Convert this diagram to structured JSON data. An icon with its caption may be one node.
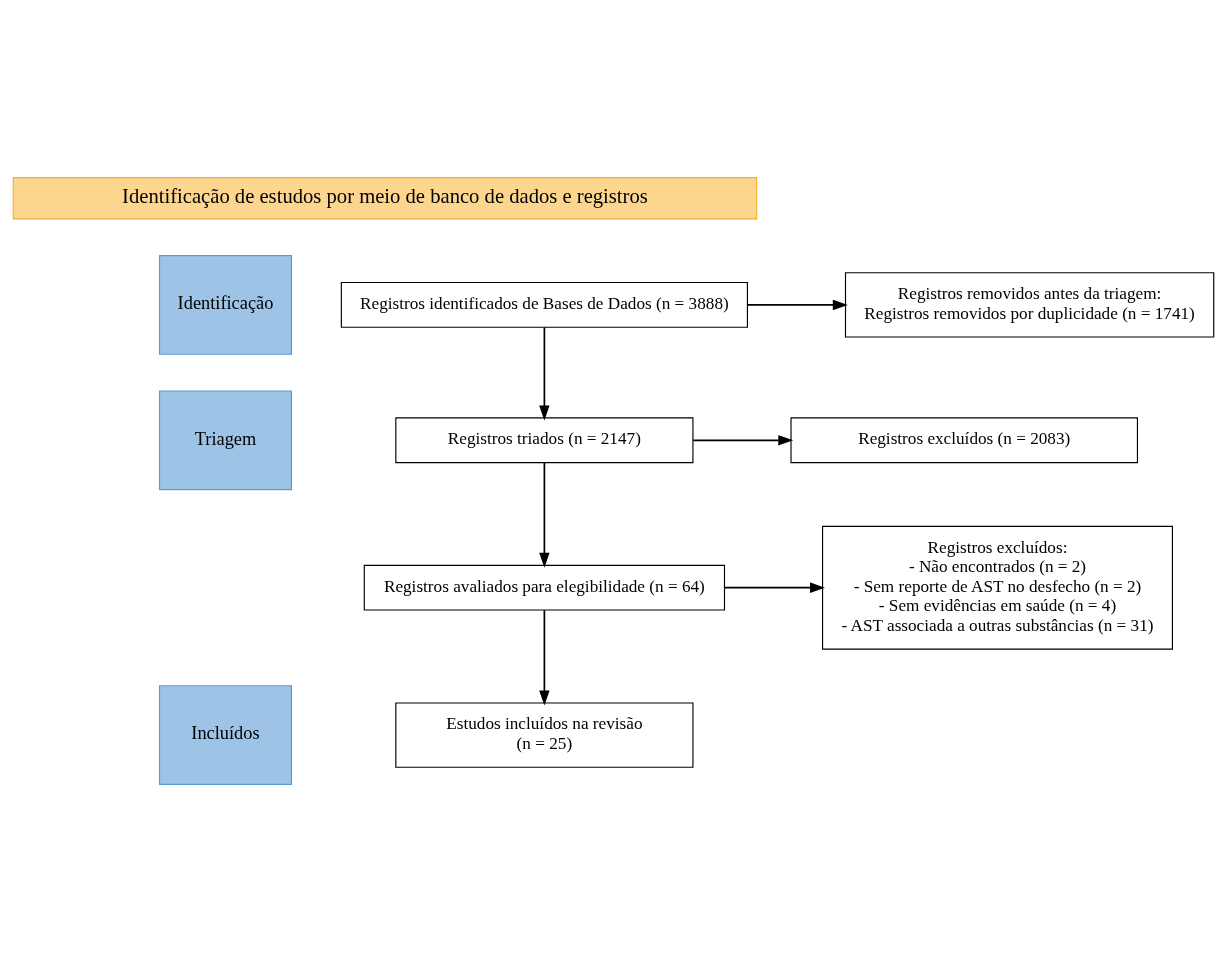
{
  "diagram": {
    "nodes": [
      {
        "text": [
          "Identificação de estudos por meio de banco de dados e registros"
        ]
      },
      {
        "text": [
          "Identificação"
        ]
      },
      {
        "text": [
          "Triagem"
        ]
      },
      {
        "text": [
          "Incluídos"
        ]
      },
      {
        "text": [
          "Registros identificados de Bases de Dados (n = 3888)"
        ]
      },
      {
        "text": [
          "Registros removidos antes da triagem:",
          "Registros removidos por duplicidade (n = 1741)"
        ]
      },
      {
        "text": [
          "Registros triados (n = 2147)"
        ]
      },
      {
        "text": [
          "Registros excluídos (n = 2083)"
        ]
      },
      {
        "text": [
          "Registros avaliados para elegibilidade (n = 64)"
        ]
      },
      {
        "text": [
          "Registros excluídos:",
          "- Não encontrados (n = 2)",
          "- Sem reporte de AST no desfecho (n = 2)",
          "- Sem evidências em saúde (n = 4)",
          "- AST associada a outras substâncias (n = 31)"
        ]
      },
      {
        "text": [
          "Estudos incluídos na revisão",
          "(n = 25)"
        ]
      }
    ],
    "edges": [
      {
        "from": 4,
        "to": 5,
        "arrow": "to"
      },
      {
        "from": 4,
        "to": 6,
        "arrow": "to"
      },
      {
        "from": 6,
        "to": 7,
        "arrow": "to"
      },
      {
        "from": 6,
        "to": 8,
        "arrow": "to"
      },
      {
        "from": 8,
        "to": 9,
        "arrow": "to"
      },
      {
        "from": 8,
        "to": 10,
        "arrow": "to"
      }
    ]
  }
}
